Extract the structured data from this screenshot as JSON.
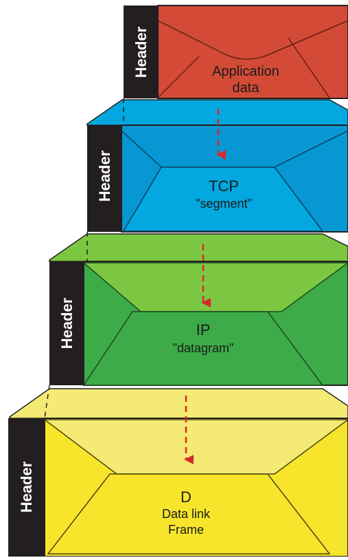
{
  "layers": [
    {
      "id": "application",
      "header_label": "Header",
      "lines": [
        "Application",
        "data"
      ],
      "colors": {
        "body": "#d34b36",
        "flap": "#d34b36",
        "line": "#6a1e14"
      }
    },
    {
      "id": "tcp",
      "header_label": "Header",
      "lines": [
        "TCP",
        "\"segment\""
      ],
      "colors": {
        "body": "#0797d2",
        "flap": "#03a8e0",
        "line": "#0b3d5e"
      }
    },
    {
      "id": "ip",
      "header_label": "Header",
      "lines": [
        "IP",
        "\"datagram\""
      ],
      "colors": {
        "body": "#3dab48",
        "flap": "#7cc742",
        "line": "#1d4a1f"
      }
    },
    {
      "id": "datalink",
      "header_label": "Header",
      "lines": [
        "D",
        "Data link",
        "Frame"
      ],
      "colors": {
        "body": "#f7e52b",
        "flap": "#f4ea74",
        "line": "#4a4410"
      }
    }
  ],
  "colors": {
    "header_bg": "#231f20",
    "header_text": "#ffffff",
    "arrow": "#d8292f",
    "outline": "#231f20"
  }
}
